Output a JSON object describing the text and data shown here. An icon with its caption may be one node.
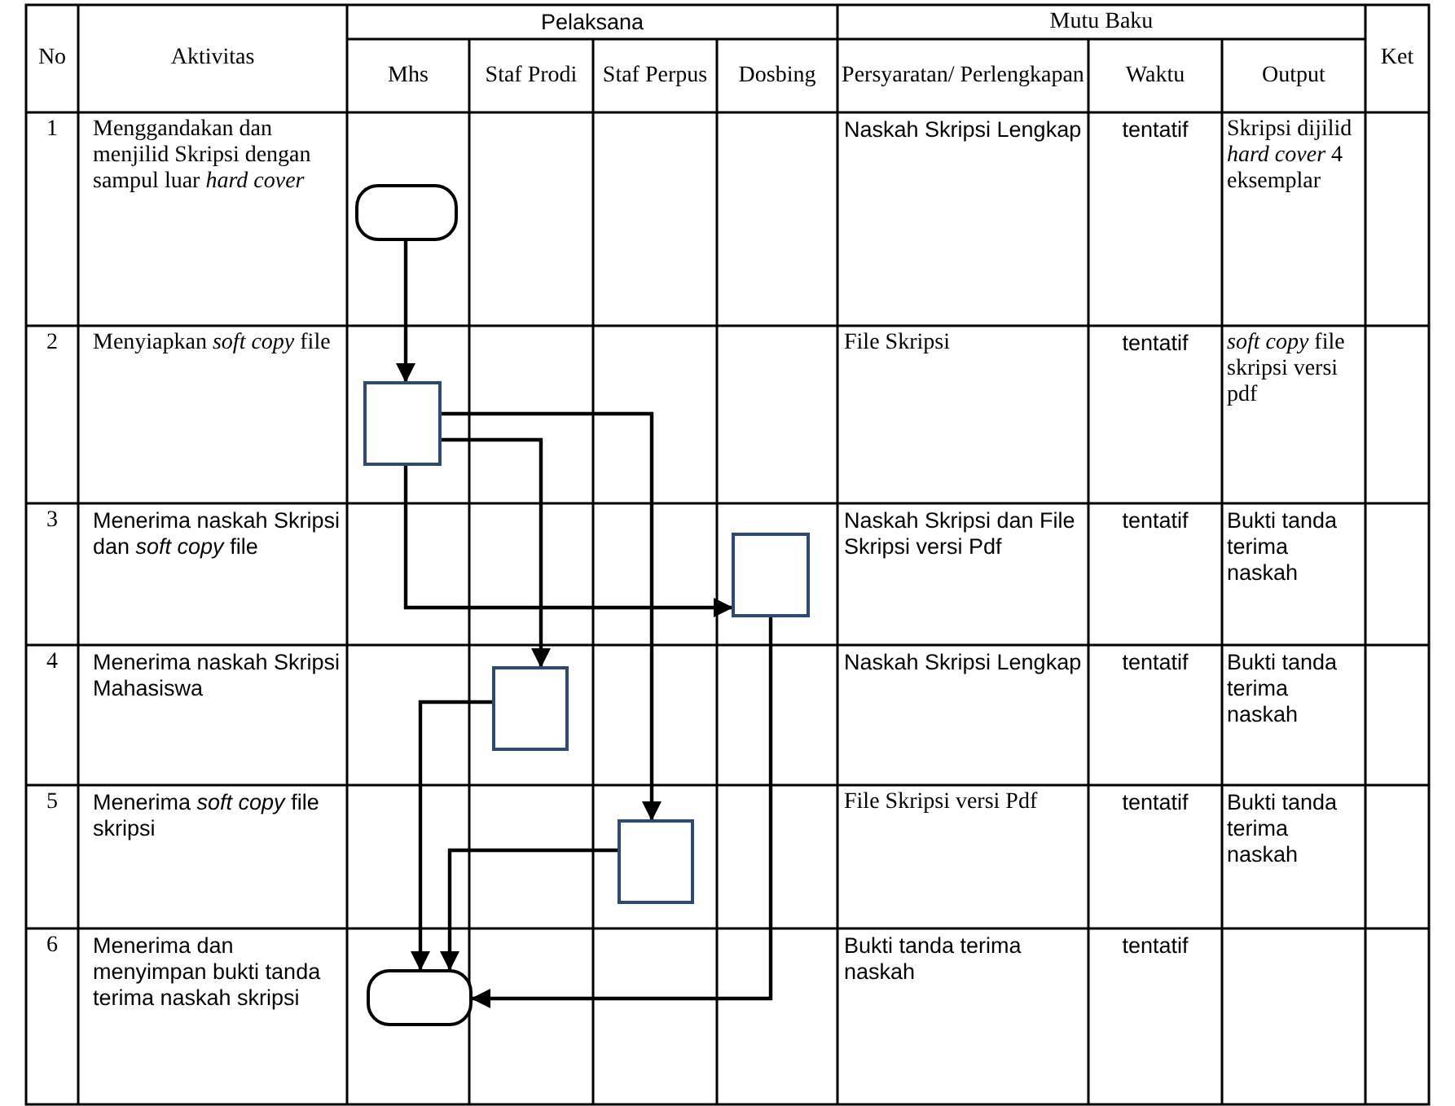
{
  "diagram": {
    "nodes": [
      {
        "text": [],
        "shape": "terminal"
      },
      {
        "text": [],
        "shape": "box"
      },
      {
        "text": [],
        "shape": "box"
      },
      {
        "text": [],
        "shape": "box"
      },
      {
        "text": [],
        "shape": "box"
      },
      {
        "text": [],
        "shape": "terminal"
      }
    ],
    "edges": [
      {
        "from": 0,
        "to": 1,
        "arrow": "to"
      },
      {
        "from": 1,
        "to": 2,
        "arrow": "to"
      },
      {
        "from": 1,
        "to": 4,
        "arrow": "to"
      },
      {
        "from": 1,
        "to": 3,
        "arrow": "to"
      },
      {
        "from": 3,
        "to": 5,
        "arrow": "to"
      },
      {
        "from": 4,
        "to": 5,
        "arrow": "to"
      },
      {
        "from": 2,
        "to": 5,
        "arrow": "to"
      }
    ],
    "labels": [
      "No",
      "Aktivitas",
      "Pelaksana",
      "Mutu Baku",
      "Ket",
      "Mhs",
      "Staf Prodi",
      "Staf Perpus",
      "Dosbing",
      "Persyaratan/ Perlengkapan",
      "Waktu",
      "Output",
      "1",
      "Menggandakan dan menjilid Skripsi dengan sampul luar *hard cover*",
      "Naskah Skripsi Lengkap",
      "tentatif",
      "Skripsi dijilid *hard cover* 4 eksemplar",
      "2",
      "Menyiapkan *soft copy* file",
      "File Skripsi",
      "tentatif",
      "*soft copy* file skripsi versi pdf",
      "3",
      "Menerima naskah Skripsi dan *soft copy* file",
      "Naskah Skripsi dan File Skripsi versi Pdf",
      "tentatif",
      "Bukti tanda terima naskah",
      "4",
      "Menerima naskah Skripsi Mahasiswa",
      "Naskah Skripsi Lengkap",
      "tentatif",
      "Bukti tanda terima naskah",
      "5",
      "Menerima *soft copy* file skripsi",
      "File Skripsi versi Pdf",
      "tentatif",
      "Bukti tanda terima naskah",
      "6",
      "Menerima dan menyimpan bukti tanda terima naskah skripsi",
      "Bukti tanda terima naskah",
      "tentatif"
    ]
  }
}
